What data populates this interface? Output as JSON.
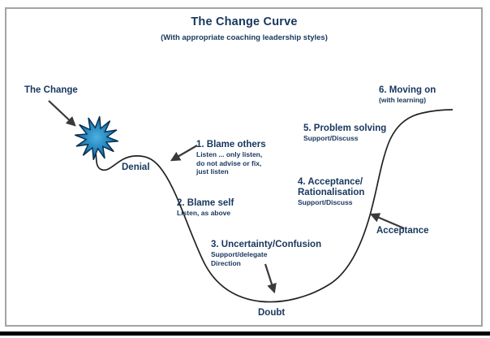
{
  "title": "The Change Curve",
  "subtitle": "(With appropriate coaching leadership styles)",
  "labels": {
    "change": "The Change",
    "denial": "Denial",
    "doubt": "Doubt",
    "acceptance": "Acceptance"
  },
  "stages": [
    {
      "heading": "1. Blame others",
      "lines": [
        "Listen ... only listen,",
        "do not advise or fix,",
        "just listen"
      ]
    },
    {
      "heading": "2. Blame self",
      "lines": [
        "Listen, as above"
      ]
    },
    {
      "heading": "3. Uncertainty/Confusion",
      "lines": [
        "Support/delegate",
        "Direction"
      ]
    },
    {
      "heading": "4. Acceptance/",
      "heading2": "Rationalisation",
      "lines": [
        "Support/Discuss"
      ]
    },
    {
      "heading": "5. Problem solving",
      "lines": [
        "Support/Discuss"
      ]
    },
    {
      "heading": "6. Moving on",
      "lines": [
        "(with learning)"
      ]
    }
  ],
  "icons": {
    "starburst": "change-event-starburst"
  },
  "colors": {
    "text_navy": "#17365d",
    "curve": "#222222",
    "arrow": "#3a3a3a",
    "frame_gray": "#a3a3a3",
    "star_center": "#4db0e0",
    "star_mid": "#1f7fb8",
    "star_edge": "#0d3c63",
    "bottom_bar": "#000000"
  }
}
